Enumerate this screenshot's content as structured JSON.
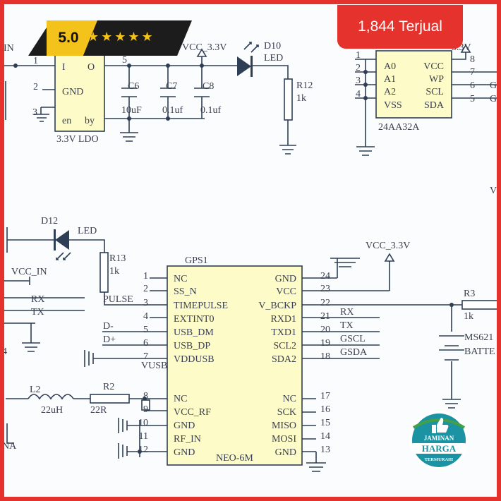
{
  "badges": {
    "rating_score": "5.0",
    "rating_stars": "★★★★★",
    "sold_count": "1,844 Terjual",
    "guarantee_top": "JAMINAN",
    "guarantee_main": "HARGA",
    "guarantee_bottom": "TERMURAH!"
  },
  "colors": {
    "accent_red": "#e5322d",
    "rating_yellow": "#f3c21b",
    "rating_dark": "#1c1c1c",
    "component_fill": "#fdfbc8",
    "wire_stroke": "#2e3e55",
    "badge_teal": "#1c93a3",
    "badge_green": "#43a047"
  },
  "icons": {
    "rating_stars": "star-icon",
    "guarantee": "thumbs-up-icon"
  },
  "schematic": {
    "ldo": {
      "label": "3.3V LDO",
      "pins": {
        "i": "I",
        "o": "O",
        "gnd": "GND",
        "en": "en",
        "by": "by"
      },
      "pin_numbers": {
        "p1": "1",
        "p2": "2",
        "p3": "3",
        "p5": "5"
      }
    },
    "left_fragment_in": "IN",
    "capacitors": [
      {
        "ref": "C6",
        "value": "10uF"
      },
      {
        "ref": "C7",
        "value": "0.1uf"
      },
      {
        "ref": "C8",
        "value": "0.1uf"
      }
    ],
    "vcc_label": "VCC_3.3V",
    "led_top": {
      "ref": "D10",
      "type": "LED"
    },
    "resistor_top": {
      "ref": "R12",
      "value": "1k"
    },
    "eeprom": {
      "partial_top": "24AA32A",
      "name": "24AA32A",
      "left_pins": [
        "A0",
        "A1",
        "A2",
        "VSS"
      ],
      "right_pins": [
        "VCC",
        "WP",
        "SCL",
        "SDA"
      ],
      "left_numbers": [
        "1",
        "2",
        "3",
        "4"
      ],
      "right_numbers": [
        "8",
        "7",
        "6",
        "5"
      ],
      "vcc_label": "3.3V",
      "net_g": "G"
    },
    "right_edge_v": "V",
    "led_mid": {
      "ref": "D12",
      "type": "LED"
    },
    "resistor_mid": {
      "ref": "R13",
      "value": "1k"
    },
    "left_header": {
      "vcc": "VCC_IN",
      "rx": "RX",
      "tx": "TX",
      "num": "4"
    },
    "gps": {
      "ref": "GPS1",
      "part": "NEO-6M",
      "left_pins": [
        {
          "num": "1",
          "name": "NC"
        },
        {
          "num": "2",
          "name": "SS_N"
        },
        {
          "num": "3",
          "name": "TIMEPULSE"
        },
        {
          "num": "4",
          "name": "EXTINT0"
        },
        {
          "num": "5",
          "name": "USB_DM"
        },
        {
          "num": "6",
          "name": "USB_DP"
        },
        {
          "num": "7",
          "name": "VDDUSB"
        }
      ],
      "left_pins_lower": [
        {
          "num": "8",
          "name": "NC"
        },
        {
          "num": "9",
          "name": "VCC_RF"
        },
        {
          "num": "10",
          "name": "GND"
        },
        {
          "num": "11",
          "name": "RF_IN"
        },
        {
          "num": "12",
          "name": "GND"
        }
      ],
      "right_pins": [
        {
          "num": "24",
          "name": "GND"
        },
        {
          "num": "23",
          "name": "VCC"
        },
        {
          "num": "22",
          "name": "V_BCKP"
        },
        {
          "num": "21",
          "name": "RXD1"
        },
        {
          "num": "20",
          "name": "TXD1"
        },
        {
          "num": "19",
          "name": "SCL2"
        },
        {
          "num": "18",
          "name": "SDA2"
        }
      ],
      "right_pins_lower": [
        {
          "num": "17",
          "name": "NC"
        },
        {
          "num": "16",
          "name": "SCK"
        },
        {
          "num": "15",
          "name": "MISO"
        },
        {
          "num": "14",
          "name": "MOSI"
        },
        {
          "num": "13",
          "name": "GND"
        }
      ]
    },
    "nets": {
      "pulse": "PULSE",
      "dminus": "D-",
      "dplus": "D+",
      "vusb": "VUSB",
      "rx": "RX",
      "tx": "TX",
      "gscl": "GSCL",
      "gsda": "GSDA",
      "ant": "NA"
    },
    "inductor": {
      "ref": "L2",
      "value": "22uH"
    },
    "resistor_rf": {
      "ref": "R2",
      "value": "22R"
    },
    "resistor_bat": {
      "ref": "R3",
      "value": "1k"
    },
    "battery": {
      "model": "MS621",
      "label": "BATTE"
    }
  }
}
